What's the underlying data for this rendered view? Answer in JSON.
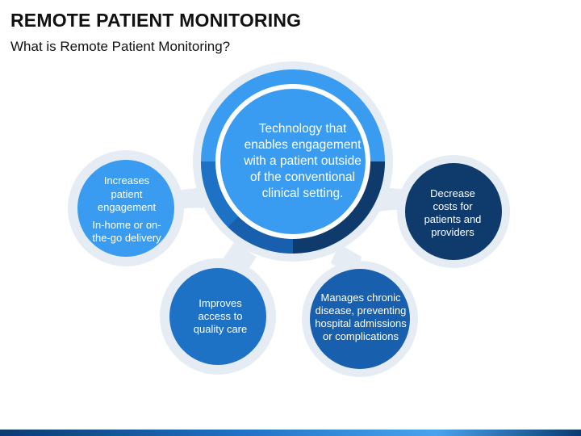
{
  "header": {
    "title": "REMOTE PATIENT MONITORING",
    "subtitle": "What is Remote Patient Monitoring?"
  },
  "colors": {
    "ring_bg": "#e6ecf4",
    "center_fill": "#3a9cf0",
    "left_fill": "#3a9cf0",
    "right_fill": "#0e3b6b",
    "bottom_left_fill": "#1e72c5",
    "bottom_right_fill": "#1860ad",
    "connector": "#e6ecf4"
  },
  "diagram": {
    "center": {
      "lines": [
        "Technology that",
        "enables engagement",
        "with a patient outside",
        "of the conventional",
        "clinical setting."
      ]
    },
    "left": {
      "lines": [
        "Increases",
        "patient",
        "engagement"
      ],
      "sub_lines": [
        "In-home or on-",
        "the-go delivery"
      ]
    },
    "right": {
      "lines": [
        "Decrease",
        "costs for",
        "patients and",
        "providers"
      ]
    },
    "bottom_left": {
      "lines": [
        "Improves",
        "access to",
        "quality care"
      ]
    },
    "bottom_right": {
      "lines": [
        "Manages chronic",
        "disease, preventing",
        "hospital admissions",
        "or complications"
      ]
    }
  }
}
